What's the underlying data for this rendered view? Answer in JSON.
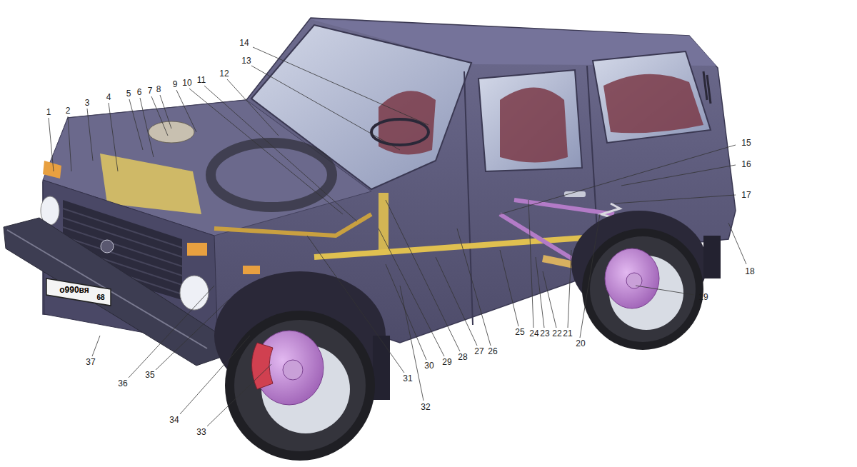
{
  "diagram": {
    "labels": [
      "1",
      "2",
      "3",
      "4",
      "5",
      "6",
      "7",
      "8",
      "9",
      "10",
      "11",
      "12",
      "13",
      "14",
      "15",
      "16",
      "17",
      "18",
      "19",
      "20",
      "21",
      "22",
      "23",
      "24",
      "25",
      "26",
      "27",
      "28",
      "29",
      "30",
      "31",
      "32",
      "33",
      "34",
      "35",
      "36",
      "37",
      "о990вя",
      "68"
    ]
  }
}
